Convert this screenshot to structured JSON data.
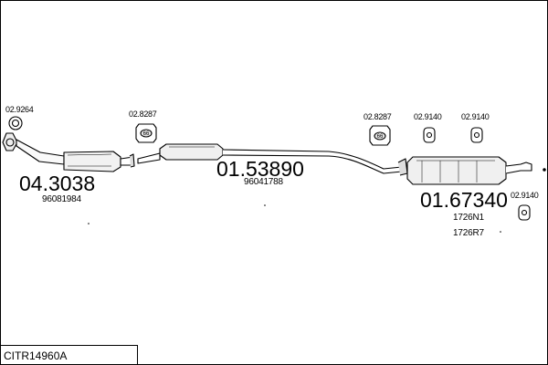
{
  "diagram": {
    "code": "CITR14960A",
    "parts": [
      {
        "number": "04.3038",
        "oem": "96081984"
      },
      {
        "number": "01.53890",
        "oem": "96041788"
      },
      {
        "number": "01.67340",
        "oem_1": "1726N1",
        "oem_2": "1726R7"
      }
    ],
    "accessories": [
      "02.9264",
      "02.8287",
      "02.8287",
      "02.9140",
      "02.9140",
      "02.9140"
    ]
  }
}
